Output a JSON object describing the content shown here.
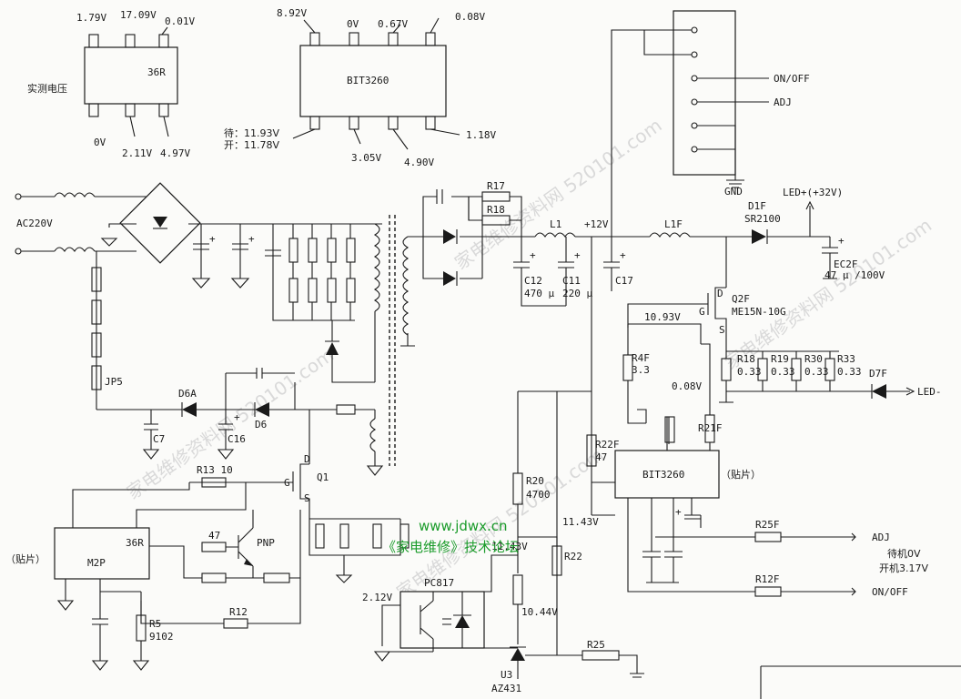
{
  "chips": {
    "top_left": {
      "name": "36R",
      "label": "实测电压",
      "top_pins": [
        "1.79V",
        "17.09V",
        "0.01V"
      ],
      "bottom_pins": [
        "0V",
        "2.11V",
        "4.97V"
      ]
    },
    "top_center": {
      "name": "BIT3260",
      "top_pins": [
        "8.92V",
        "0V",
        "0.67V",
        "0.08V"
      ],
      "bottom_pins": [
        "3.05V",
        "4.90V",
        "1.18V"
      ],
      "standby_label": "待：11.93V",
      "on_label": "开：11.78V"
    }
  },
  "connector": {
    "on_off": "ON/OFF",
    "adj": "ADJ",
    "gnd": "GND"
  },
  "labels": {
    "ac": "AC220V",
    "jp5": "JP5",
    "d6a": "D6A",
    "d6": "D6",
    "c7": "C7",
    "c16": "C16",
    "r13": "R13 10",
    "q1": "Q1",
    "q1_d": "D",
    "q1_g": "G",
    "q1_s": "S",
    "m2p_name": "M2P",
    "m2p_part": "36R",
    "tiepian": "（贴片）",
    "pnp_res": "47",
    "pnp": "PNP",
    "r5": "R5",
    "r5_val": "9102",
    "r12": "R12",
    "pc817": "PC817",
    "v_212": "2.12V",
    "r17": "R17",
    "r18": "R18",
    "l1": "L1",
    "plus12": "+12V",
    "c12": "C12",
    "c12_val": "470 μ",
    "c11": "C11",
    "c11_val": "220 μ",
    "c17": "C17",
    "l1f": "L1F",
    "d1f": "D1F",
    "sr2100": "SR2100",
    "led_plus": "LED+(+32V)",
    "ec2f": "EC2F",
    "ec2f_val": "47 μ /100V",
    "q2f": "Q2F",
    "q2f_part": "ME15N-10G",
    "q2f_d": "D",
    "q2f_g": "G",
    "q2f_s": "S",
    "v_1093": "10.93V",
    "r4f": "R4F",
    "r4f_val": "3.3",
    "r18b": "R18",
    "r19": "R19",
    "r30": "R30",
    "r33": "R33",
    "r_val": "0.33",
    "d7f": "D7F",
    "led_minus": "LED-",
    "v_008": "0.08V",
    "r21f": "R21F",
    "r22f": "R22F",
    "r22f_val": "47",
    "bit3260": "BIT3260",
    "tiepian2": "（贴片）",
    "v_1143": "11.43V",
    "r20": "R20",
    "r20_val": "4700",
    "v_1143b": "11.43V",
    "r22": "R22",
    "v_1044": "10.44V",
    "u3": "U3",
    "az431": "AZ431",
    "r25": "R25",
    "r25f": "R25F",
    "adj": "ADJ",
    "r12f": "R12F",
    "on_off": "ON/OFF",
    "standby": "待机0V",
    "power_on": "开机3.17V"
  },
  "overlay": {
    "url": "www.jdwx.cn",
    "forum": "《家电维修》技术论坛",
    "watermark": "家电维修资料网 520101.com"
  }
}
